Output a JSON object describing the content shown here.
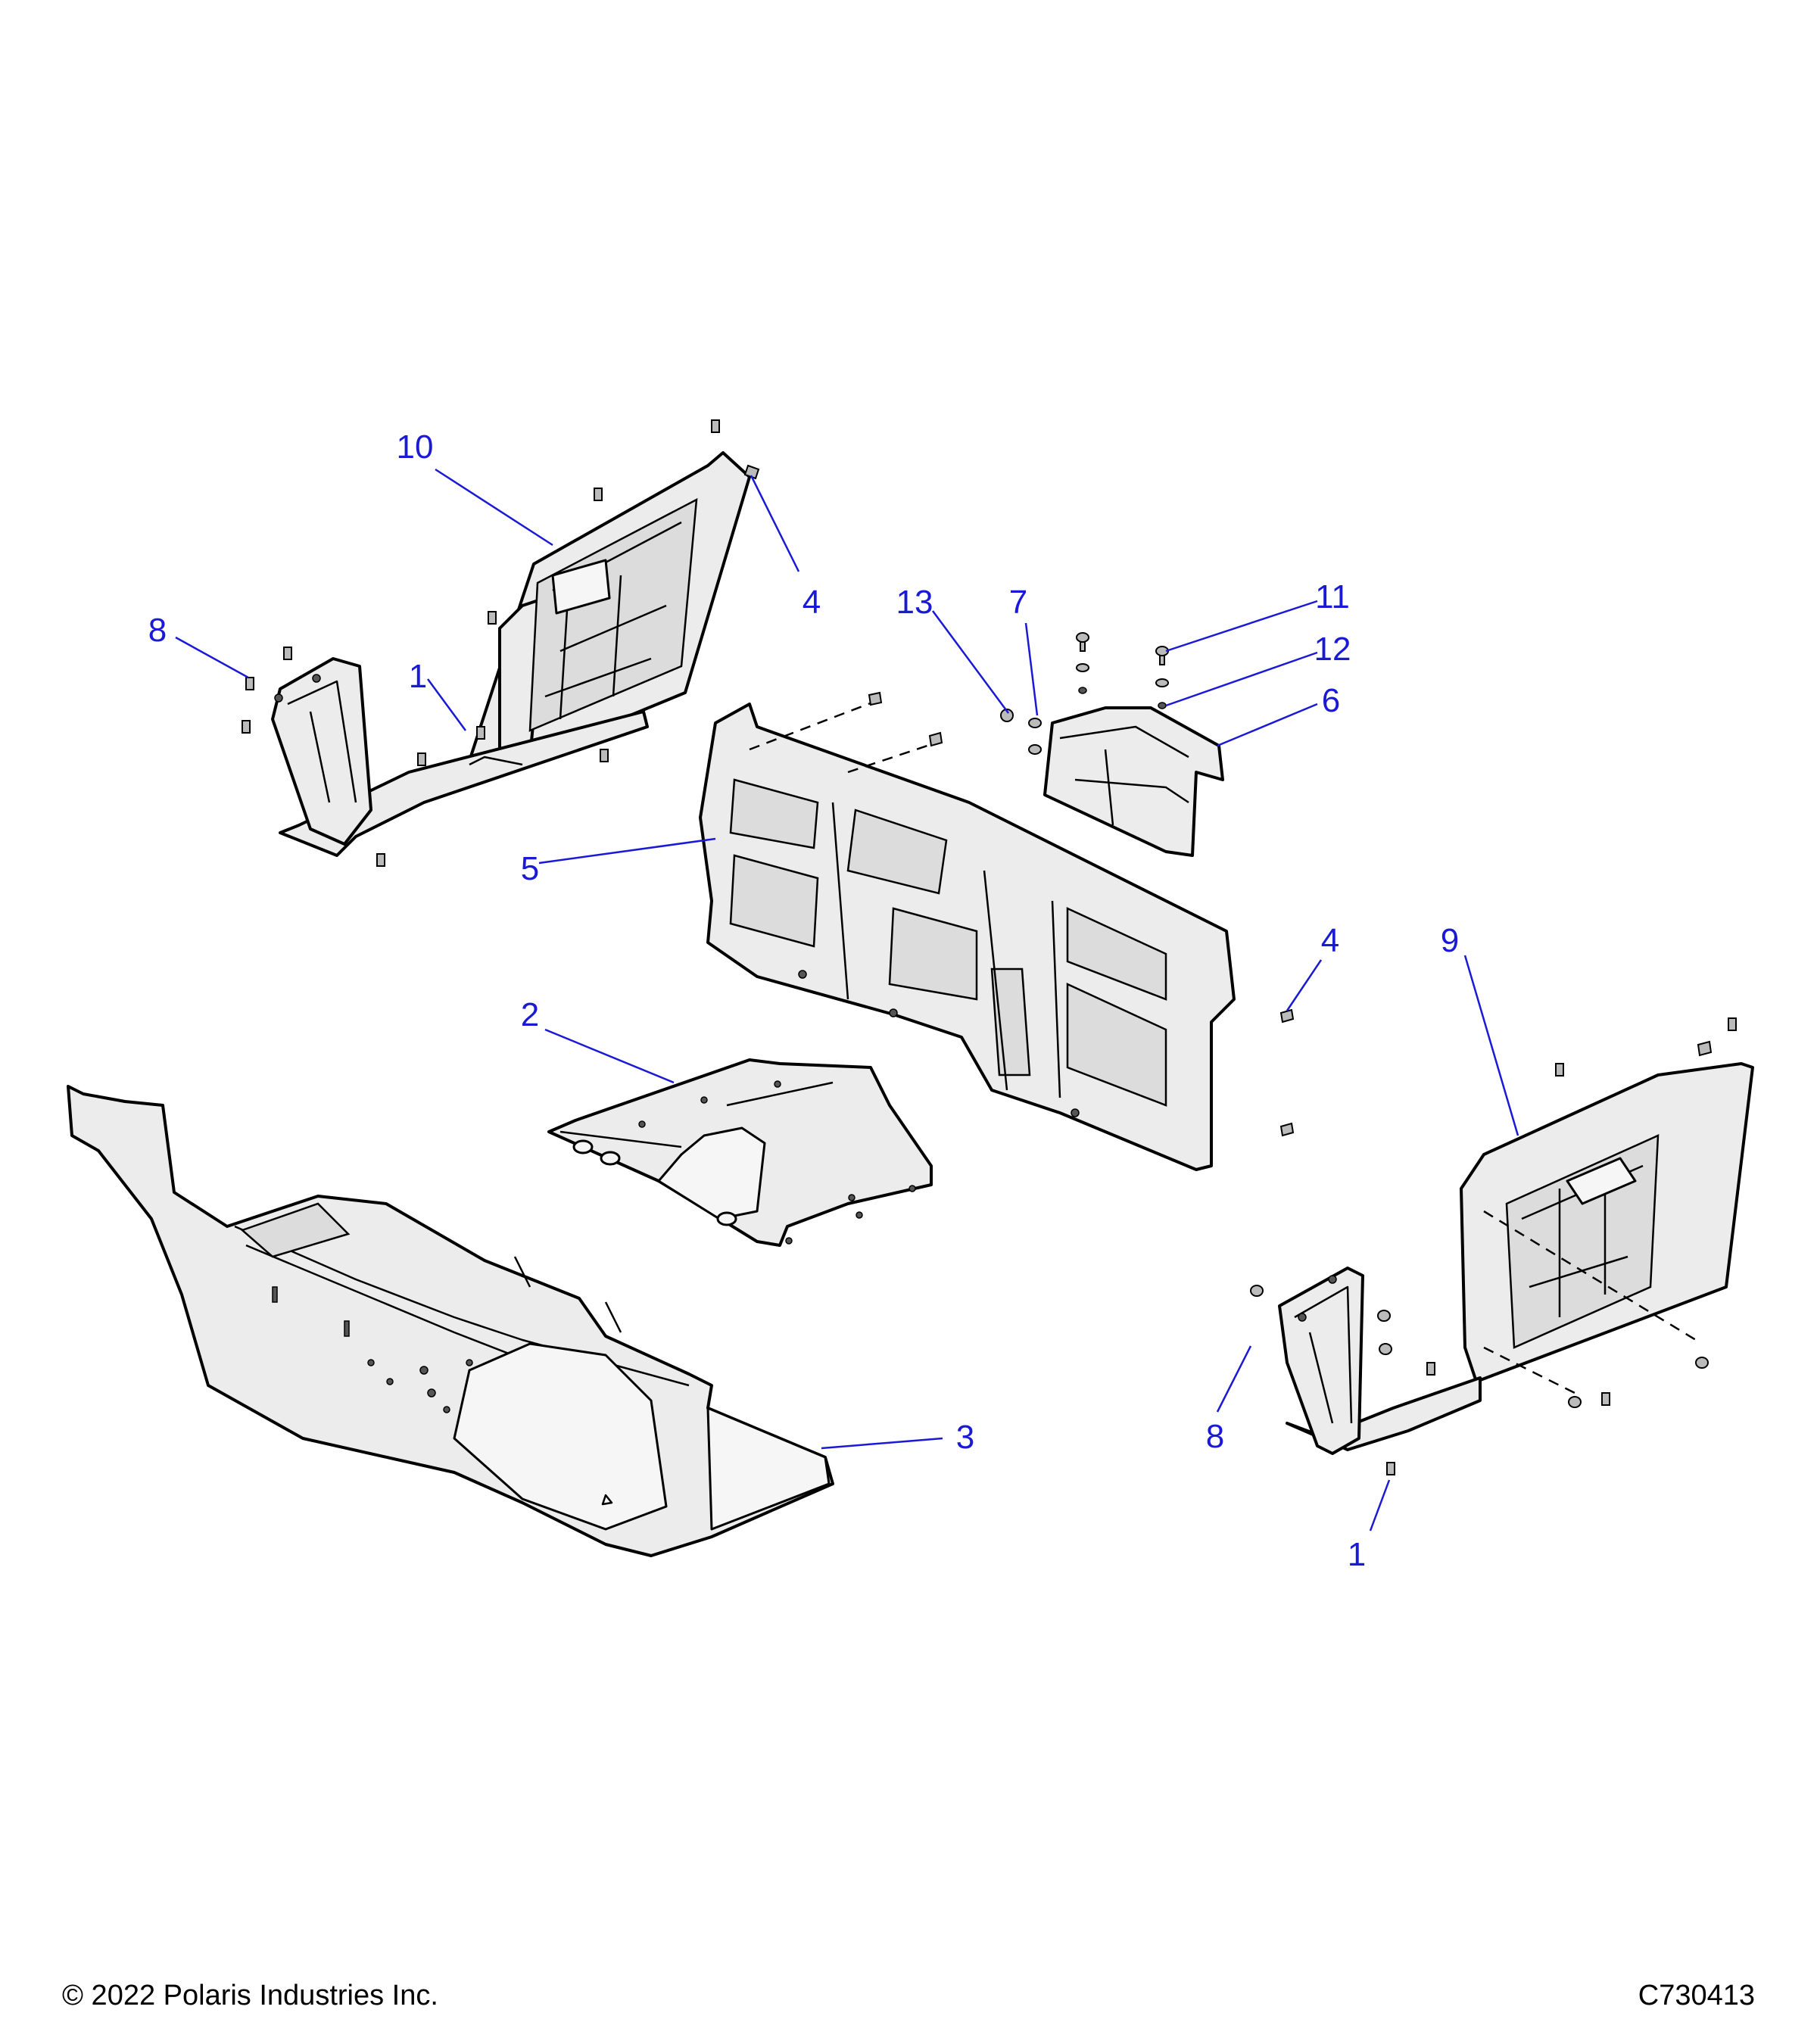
{
  "callouts": {
    "c1a": "1",
    "c1b": "1",
    "c2": "2",
    "c3": "3",
    "c4a": "4",
    "c4b": "4",
    "c5": "5",
    "c6": "6",
    "c7": "7",
    "c8a": "8",
    "c8b": "8",
    "c9": "9",
    "c10": "10",
    "c11": "11",
    "c12": "12",
    "c13": "13"
  },
  "footer": {
    "copyright": "© 2022 Polaris Industries Inc.",
    "drawing_number": "C730413"
  }
}
